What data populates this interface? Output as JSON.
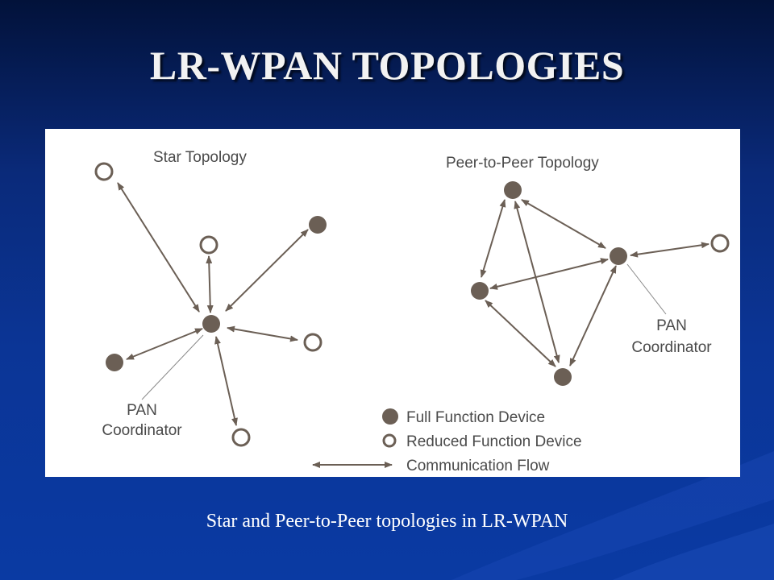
{
  "slide": {
    "title": "LR-WPAN TOPOLOGIES",
    "caption": "Star and Peer-to-Peer topologies in LR-WPAN"
  },
  "diagram": {
    "star": {
      "title": "Star Topology",
      "coordinator_label_line1": "PAN",
      "coordinator_label_line2": "Coordinator"
    },
    "peer": {
      "title": "Peer-to-Peer Topology",
      "coordinator_label_line1": "PAN",
      "coordinator_label_line2": "Coordinator"
    },
    "legend": {
      "full_function": "Full Function Device",
      "reduced_function": "Reduced Function Device",
      "flow": "Communication Flow"
    },
    "colors": {
      "node_fill": "#6b5f55",
      "arrow": "#6b5f55",
      "text": "#4a4a4a"
    }
  }
}
